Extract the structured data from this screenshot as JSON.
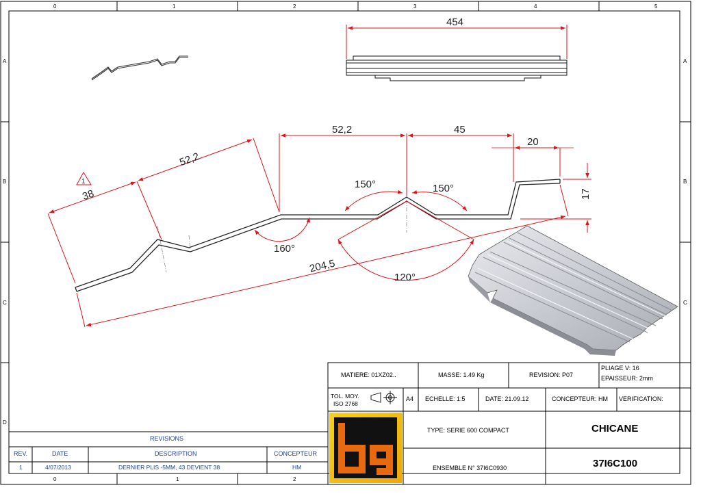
{
  "frame": {
    "top_columns": [
      "0",
      "1",
      "2",
      "3",
      "4",
      "5"
    ],
    "bottom_columns": [
      "0",
      "1",
      "2"
    ],
    "rows_left": [
      "A",
      "B",
      "C",
      "D"
    ],
    "rows_right": [
      "A",
      "B",
      "C"
    ]
  },
  "dimensions": {
    "top_view_length": "454",
    "seg_52_2_left": "52,2",
    "seg_52_2_mid": "52,2",
    "seg_45": "45",
    "seg_20": "20",
    "height_17": "17",
    "seg_38": "38",
    "overall": "204,5",
    "angle_160": "160°",
    "angle_150_left": "150°",
    "angle_150_right": "150°",
    "angle_120": "120°",
    "revision_triangle": "1"
  },
  "title_block": {
    "matiere": "MATIERE: 01XZ02..",
    "masse": "MASSE: 1.49 Kg",
    "revision": "REVISION: P07",
    "pliage": "PLIAGE V: 16",
    "epaisseur": "EPAISSEUR: 2mm",
    "tol_moy": "TOL. MOY.",
    "iso": "ISO 2768",
    "format": "A4",
    "echelle": "ECHELLE: 1:5",
    "date": "DATE: 21.09.12",
    "concepteur": "CONCEPTEUR: HM",
    "verification": "VERIFICATION:",
    "type": "TYPE: SERIE 600 COMPACT",
    "ensemble": "ENSEMBLE N° 37I6C0930",
    "name": "CHICANE",
    "code": "37I6C100"
  },
  "revisions": {
    "title": "REVISIONS",
    "headers": [
      "REV.",
      "DATE",
      "DESCRIPTION",
      "CONCEPTEUR"
    ],
    "rows": [
      {
        "rev": "1",
        "date": "4/07/2013",
        "description": "DERNIER PLIS -5MM, 43 DEVIENT 38",
        "concepteur": "HM"
      }
    ]
  },
  "colors": {
    "dimension": "#d8161b",
    "text_blue": "#1f3f8f",
    "logo_bg": "#f2c10a",
    "logo_mark": "#e86a10"
  }
}
